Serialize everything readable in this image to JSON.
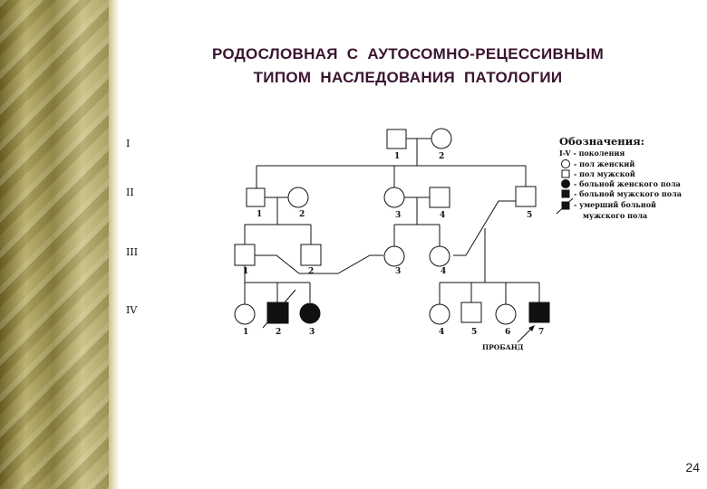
{
  "title_line1": "РОДОСЛОВНАЯ  С  АУТОСОМНО-РЕЦЕССИВНЫМ",
  "title_line2": "ТИПОМ  НАСЛЕДОВАНИЯ  ПАТОЛОГИИ",
  "title_color": "#3a1530",
  "page_number": "24",
  "generations": [
    "I",
    "II",
    "III",
    "IV"
  ],
  "individuals": {
    "g1": [
      "1",
      "2"
    ],
    "g2": [
      "1",
      "2",
      "3",
      "4",
      "5"
    ],
    "g3": [
      "1",
      "2",
      "3",
      "4"
    ],
    "g4": [
      "1",
      "2",
      "3",
      "4",
      "5",
      "6",
      "7"
    ]
  },
  "proband_label": "ПРОБАНД",
  "legend": {
    "title": "Обозначения:",
    "rows": [
      {
        "symbol": "none",
        "text": "I-V - поколения"
      },
      {
        "symbol": "circle-open",
        "text": "- пол женский"
      },
      {
        "symbol": "square-open",
        "text": "- пол мужской"
      },
      {
        "symbol": "circle-filled",
        "text": "- больной женского пола"
      },
      {
        "symbol": "square-filled",
        "text": "- больной мужского пола"
      },
      {
        "symbol": "square-filled-slash",
        "text": "- умерший больной"
      },
      {
        "symbol": "none",
        "text": "мужского пола"
      }
    ]
  }
}
